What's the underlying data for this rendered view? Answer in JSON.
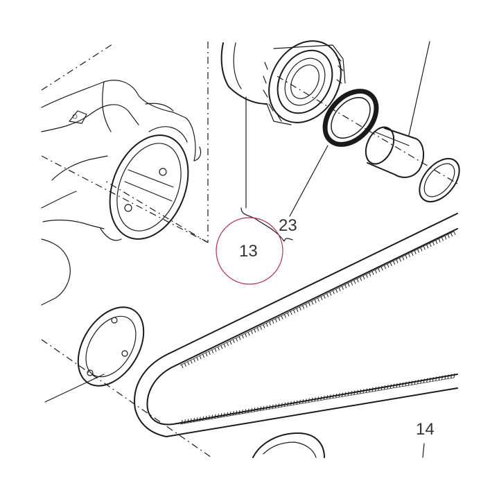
{
  "callouts": [
    {
      "id": "c13",
      "text": "13"
    },
    {
      "id": "c23",
      "text": "23"
    },
    {
      "id": "c14",
      "text": "14"
    }
  ],
  "colors": {
    "line": "#1a1a1a",
    "label": "#333333",
    "highlight_circle": "#b0304a",
    "background": "#ffffff"
  }
}
